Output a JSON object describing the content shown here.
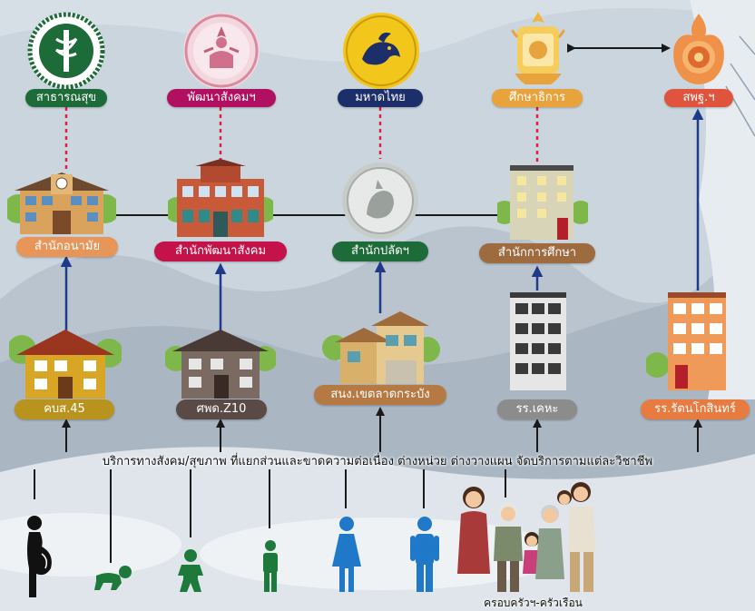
{
  "ministries": [
    {
      "label": "สาธารณสุข",
      "color": "#1e6b3a"
    },
    {
      "label": "พัฒนาสังคมฯ",
      "color": "#b0105f"
    },
    {
      "label": "มหาดไทย",
      "color": "#1d2f6b"
    },
    {
      "label": "ศึกษาธิการ",
      "color": "#e8a33c"
    },
    {
      "label": "สพฐ.ฯ",
      "color": "#e0533d"
    }
  ],
  "offices": [
    {
      "label": "สำนักอนามัย",
      "color": "#e8955a"
    },
    {
      "label": "สำนักพัฒนาสังคม",
      "color": "#c4124a"
    },
    {
      "label": "สำนักปลัดฯ",
      "color": "#1e6b3a"
    },
    {
      "label": "สำนักการศึกษา",
      "color": "#9e6b3f"
    }
  ],
  "units": [
    {
      "label": "คบส.45",
      "color": "#b8941f"
    },
    {
      "label": "ศพด.Z10",
      "color": "#5a4a45"
    },
    {
      "label": "สนง.เขตลาดกระบัง",
      "color": "#b57a43"
    },
    {
      "label": "รร.เคหะ",
      "color": "#8c8c8c"
    },
    {
      "label": "รร.รัตนโกสินทร์",
      "color": "#e87b40"
    }
  ],
  "banner": "บริการทางสังคม/สุขภาพ ที่แยกส่วนและขาดความต่อเนื่อง ต่างหน่วย ต่างวางแผน จัดบริการตามแต่ละวิชาชีพ",
  "family_caption": "ครอบครัวฯ-ครัวเรือน",
  "colors": {
    "arrow": "#1f3a8a",
    "dotted": "#e0203a",
    "link": "#1a1a1a"
  }
}
